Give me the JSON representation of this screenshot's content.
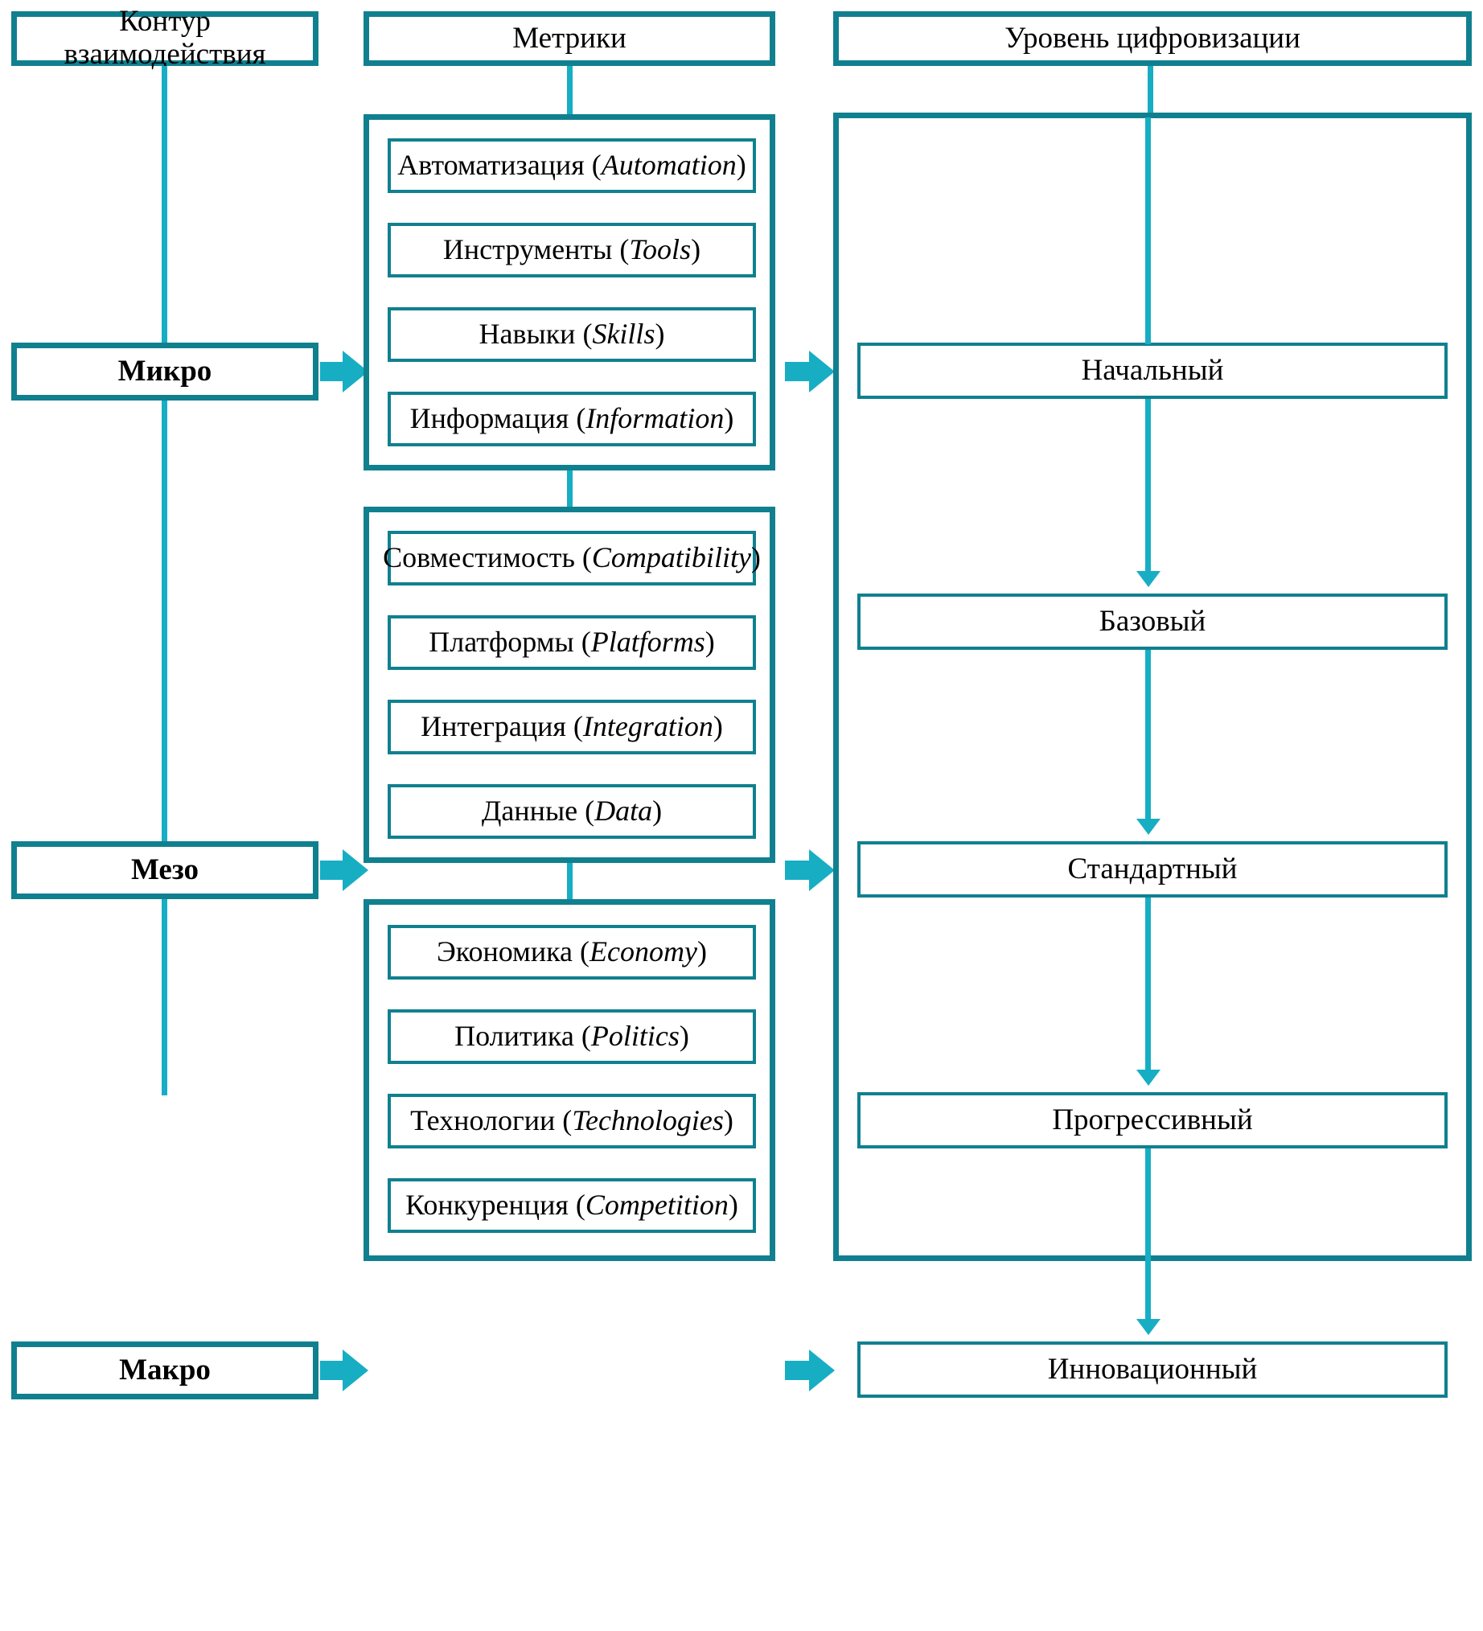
{
  "diagram": {
    "title": "Контур взаимодействия — Метрики — Уровень цифровизации",
    "accent_dark": "#10808f",
    "accent_light": "#17aec4",
    "background": "#ffffff"
  },
  "headers": {
    "loops": "Контур взаимодействия",
    "metrics": "Метрики",
    "levels": "Уровень цифровизации"
  },
  "loops": [
    {
      "id": "micro",
      "label": "Микро"
    },
    {
      "id": "mezo",
      "label": "Мезо"
    },
    {
      "id": "macro",
      "label": "Макро"
    }
  ],
  "metric_groups": [
    {
      "id": "micro-metrics",
      "items": [
        {
          "ru": "Автоматизация",
          "en": "Automation"
        },
        {
          "ru": "Инструменты",
          "en": "Tools"
        },
        {
          "ru": "Навыки",
          "en": "Skills"
        },
        {
          "ru": "Информация",
          "en": "Information"
        }
      ]
    },
    {
      "id": "mezo-metrics",
      "items": [
        {
          "ru": "Совместимость",
          "en": "Compatibility"
        },
        {
          "ru": "Платформы",
          "en": "Platforms"
        },
        {
          "ru": "Интеграция",
          "en": "Integration"
        },
        {
          "ru": "Данные",
          "en": "Data"
        }
      ]
    },
    {
      "id": "macro-metrics",
      "items": [
        {
          "ru": "Экономика",
          "en": "Economy"
        },
        {
          "ru": "Политика",
          "en": "Politics"
        },
        {
          "ru": "Технологии",
          "en": "Technologies"
        },
        {
          "ru": "Конкуренция",
          "en": "Competition"
        }
      ]
    }
  ],
  "levels": [
    {
      "id": "level-1",
      "label": "Начальный"
    },
    {
      "id": "level-2",
      "label": "Базовый"
    },
    {
      "id": "level-3",
      "label": "Стандартный"
    },
    {
      "id": "level-4",
      "label": "Прогрессивный"
    },
    {
      "id": "level-5",
      "label": "Инновационный"
    }
  ]
}
